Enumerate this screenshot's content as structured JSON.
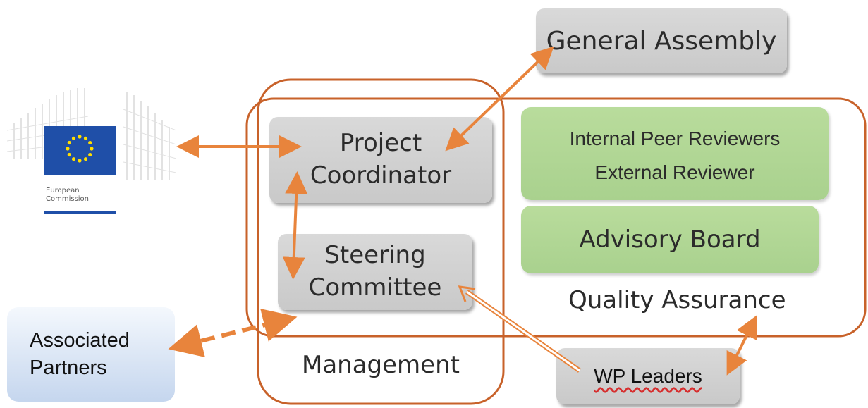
{
  "nodes": {
    "general_assembly": "General Assembly",
    "project_coordinator": [
      "Project",
      "Coordinator"
    ],
    "steering_committee": [
      "Steering",
      "Committee"
    ],
    "internal_peer_reviewers": "Internal Peer Reviewers",
    "external_reviewer": "External Reviewer",
    "advisory_board": "Advisory Board",
    "associated_partners": [
      "Associated",
      "Partners"
    ],
    "wp_leaders": "WP Leaders"
  },
  "groups": {
    "management": "Management",
    "quality_assurance": "Quality Assurance"
  },
  "logo": {
    "line1": "European",
    "line2": "Commission"
  },
  "colors": {
    "accent": "#e8843c",
    "frame": "#c8622a",
    "eu_flag": "#1f4fa8",
    "eu_stars": "#ffdd00"
  }
}
